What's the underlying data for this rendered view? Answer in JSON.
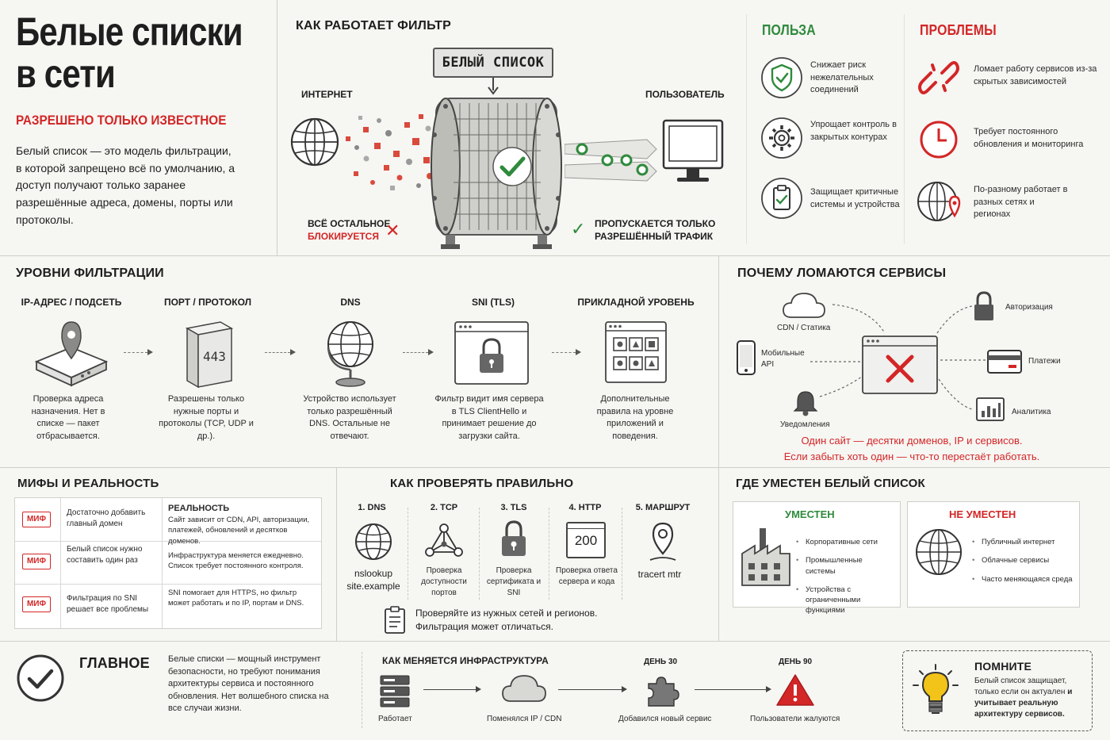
{
  "title": {
    "line1": "Белые списки",
    "line2": "в сети",
    "subtitle": "РАЗРЕШЕНО ТОЛЬКО ИЗВЕСТНОЕ",
    "intro": "Белый список — это модель фильтрации, в которой запрещено всё по умолчанию, а доступ получают только заранее разрешённые адреса, домены, порты или протоколы."
  },
  "filter": {
    "heading": "КАК РАБОТАЕТ ФИЛЬТР",
    "sign": "БЕЛЫЙ СПИСОК",
    "internet": "ИНТЕРНЕТ",
    "user": "ПОЛЬЗОВАТЕЛЬ",
    "blocked_line1": "ВСЁ ОСТАЛЬНОЕ",
    "blocked_line2": "БЛОКИРУЕТСЯ",
    "allowed_line1": "ПРОПУСКАЕТСЯ ТОЛЬКО",
    "allowed_line2": "РАЗРЕШЁННЫЙ ТРАФИК"
  },
  "benefits": {
    "heading": "ПОЛЬЗА",
    "items": [
      {
        "icon": "shield-check-icon",
        "text": "Снижает риск нежелательных соединений"
      },
      {
        "icon": "gear-icon",
        "text": "Упрощает контроль в закрытых контурах"
      },
      {
        "icon": "clipboard-check-icon",
        "text": "Защищает критичные системы и устройства"
      }
    ]
  },
  "problems": {
    "heading": "ПРОБЛЕМЫ",
    "items": [
      {
        "icon": "broken-link-icon",
        "text": "Ломает работу сервисов из-за скрытых зависимостей"
      },
      {
        "icon": "clock-icon",
        "text": "Требует постоянного обновления и мониторинга"
      },
      {
        "icon": "globe-pin-icon",
        "text": "По-разному работает в разных сетях и регионах"
      }
    ]
  },
  "levels": {
    "heading": "УРОВНИ ФИЛЬТРАЦИИ",
    "items": [
      {
        "title": "IP-АДРЕС / ПОДСЕТЬ",
        "text": "Проверка адреса назначения. Нет в списке — пакет отбрасывается."
      },
      {
        "title": "ПОРТ / ПРОТОКОЛ",
        "text": "Разрешены только нужные порты и протоколы (TCP, UDP и др.).",
        "badge": "443"
      },
      {
        "title": "DNS",
        "text": "Устройство использует только разрешённый DNS. Остальные не отвечают."
      },
      {
        "title": "SNI (TLS)",
        "text": "Фильтр видит имя сервера в TLS ClientHello и принимает решение до загрузки сайта."
      },
      {
        "title": "ПРИКЛАДНОЙ УРОВЕНЬ",
        "text": "Дополнительные правила на уровне приложений и поведения."
      }
    ]
  },
  "why": {
    "heading": "ПОЧЕМУ ЛОМАЮТСЯ СЕРВИСЫ",
    "nodes": {
      "cdn": "CDN / Статика",
      "mobile": "Мобильные API",
      "notify": "Уведомления",
      "auth": "Авторизация",
      "pay": "Платежи",
      "analytics": "Аналитика"
    },
    "note_line1": "Один сайт — десятки доменов, IP и сервисов.",
    "note_line2": "Если забыть хоть один — что-то перестаёт работать."
  },
  "myths": {
    "heading": "МИФЫ И РЕАЛЬНОСТЬ",
    "badge": "МИФ",
    "reality_label": "РЕАЛЬНОСТЬ",
    "items": [
      {
        "myth": "Достаточно добавить главный домен",
        "reality": "Сайт зависит от CDN, API, авторизации, платежей, обновлений и десятков доменов."
      },
      {
        "myth": "Белый список нужно составить один раз",
        "reality": "Инфраструктура меняется ежедневно. Список требует постоянного контроля."
      },
      {
        "myth": "Фильтрация по SNI решает все проблемы",
        "reality": "SNI помогает для HTTPS, но фильтр может работать и по IP, портам и DNS."
      }
    ]
  },
  "check": {
    "heading": "КАК ПРОВЕРЯТЬ ПРАВИЛЬНО",
    "steps": [
      {
        "title": "1. DNS",
        "text": "nslookup site.example"
      },
      {
        "title": "2. TCP",
        "text": "Проверка доступности портов"
      },
      {
        "title": "3. TLS",
        "text": "Проверка сертификата и SNI"
      },
      {
        "title": "4. HTTP",
        "text": "Проверка ответа сервера и кода",
        "badge": "200"
      },
      {
        "title": "5. МАРШРУТ",
        "text": "tracert mtr"
      }
    ],
    "note_line1": "Проверяйте из нужных сетей и регионов.",
    "note_line2": "Фильтрация может отличаться."
  },
  "where": {
    "heading": "ГДЕ УМЕСТЕН БЕЛЫЙ СПИСОК",
    "fit_title": "УМЕСТЕН",
    "fit_items": [
      "Корпоративные сети",
      "Промышленные системы",
      "Устройства с ограниченными функциями"
    ],
    "unfit_title": "НЕ УМЕСТЕН",
    "unfit_items": [
      "Публичный интернет",
      "Облачные сервисы",
      "Часто меняющаяся среда"
    ]
  },
  "main": {
    "heading": "ГЛАВНОЕ",
    "text": "Белые списки — мощный инструмент безопасности, но требуют понимания архитектуры сервиса и постоянного обновления. Нет волшебного списка на все случаи жизни."
  },
  "infra": {
    "heading": "КАК МЕНЯЕТСЯ ИНФРАСТРУКТУРА",
    "day30": "ДЕНЬ 30",
    "day90": "ДЕНЬ 90",
    "steps": [
      "Работает",
      "Поменялся IP / CDN",
      "Добавился новый сервис",
      "Пользователи жалуются"
    ]
  },
  "remember": {
    "heading": "ПОМНИТЕ",
    "text_plain": "Белый список защищает, только если он актуален",
    "text_bold": "и учитывает реальную архитектуру сервисов."
  },
  "colors": {
    "accent_red": "#d32626",
    "accent_green": "#2f8a3c"
  }
}
